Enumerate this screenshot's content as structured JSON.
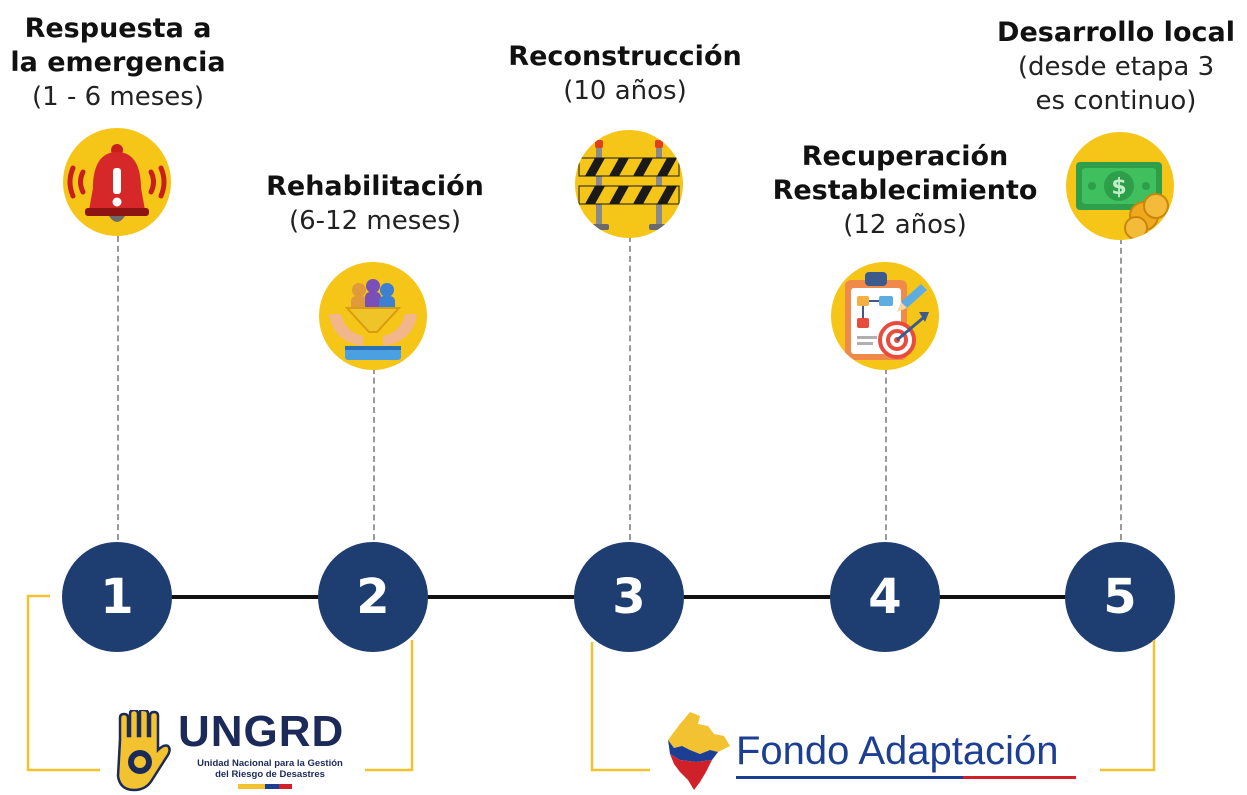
{
  "stages": [
    {
      "number": "1",
      "title": "Respuesta a la emergencia",
      "title_line1": "Respuesta a",
      "title_line2": "la emergencia",
      "subtitle": "(1 - 6 meses)",
      "icon": "alarm-bell-icon"
    },
    {
      "number": "2",
      "title": "Rehabilitación",
      "subtitle": "(6-12 meses)",
      "icon": "helping-hands-people-icon"
    },
    {
      "number": "3",
      "title": "Reconstrucción",
      "subtitle": "(10 años)",
      "icon": "construction-barrier-icon"
    },
    {
      "number": "4",
      "title_line1": "Recuperación",
      "title_line2": "Restablecimiento",
      "subtitle": "(12 años)",
      "icon": "clipboard-target-plan-icon"
    },
    {
      "number": "5",
      "title": "Desarrollo local",
      "subtitle_line1": "(desde etapa 3",
      "subtitle_line2": "es continuo)",
      "icon": "money-coins-icon"
    }
  ],
  "logos": {
    "ungrd": {
      "name": "UNGRD",
      "line1": "Unidad Nacional para la Gestión",
      "line2": "del Riesgo de Desastres",
      "icon": "ungrd-hand-shield-icon"
    },
    "fondo": {
      "name": "Fondo Adaptación",
      "icon": "colombia-map-icon"
    }
  },
  "colors": {
    "accent_yellow": "#f5c518",
    "navy": "#1e3e72",
    "bracket": "#f2c230",
    "timeline": "#111111"
  }
}
